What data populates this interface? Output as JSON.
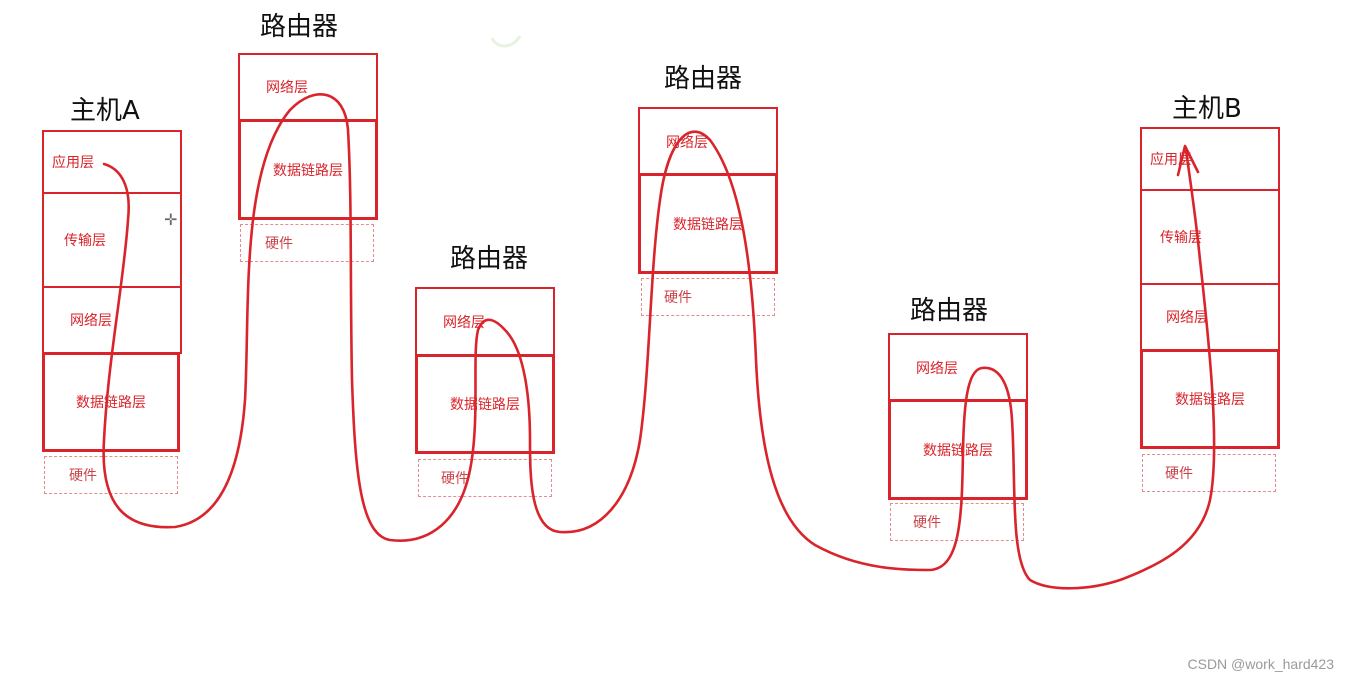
{
  "hostA": {
    "title": "主机A",
    "layers": [
      "应用层",
      "传输层",
      "网络层",
      "数据链路层"
    ],
    "hardware": "硬件"
  },
  "router1": {
    "title": "路由器",
    "layers": [
      "网络层",
      "数据链路层"
    ],
    "hardware": "硬件"
  },
  "router2": {
    "title": "路由器",
    "layers": [
      "网络层",
      "数据链路层"
    ],
    "hardware": "硬件"
  },
  "router3": {
    "title": "路由器",
    "layers": [
      "网络层",
      "数据链路层"
    ],
    "hardware": "硬件"
  },
  "router4": {
    "title": "路由器",
    "layers": [
      "网络层",
      "数据链路层"
    ],
    "hardware": "硬件"
  },
  "hostB": {
    "title": "主机B",
    "layers": [
      "应用层",
      "传输层",
      "网络层",
      "数据链路层"
    ],
    "hardware": "硬件"
  },
  "watermark": "CSDN @work_hard423",
  "colors": {
    "accent": "#d9242b",
    "dashed": "#e38d90"
  }
}
